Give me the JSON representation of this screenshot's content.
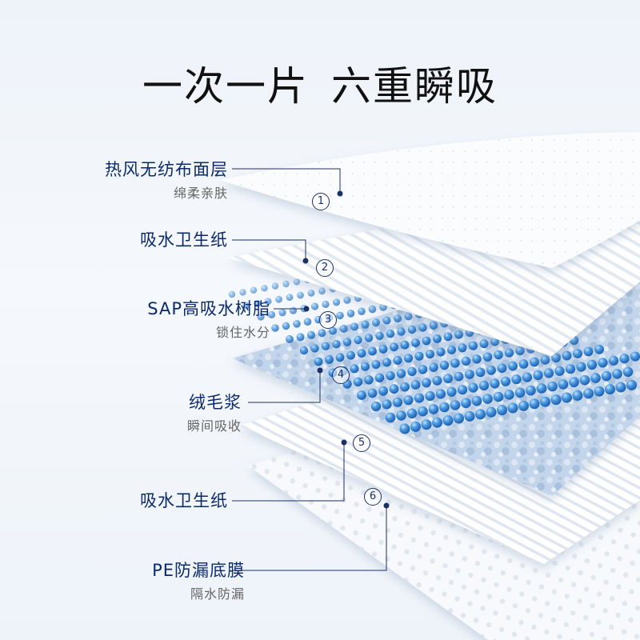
{
  "title": {
    "part1": "一次一片",
    "part2": "六重瞬吸"
  },
  "layers": [
    {
      "number": "1",
      "name": "热风无纺布面层",
      "desc": "绵柔亲肤"
    },
    {
      "number": "2",
      "name": "吸水卫生纸",
      "desc": ""
    },
    {
      "number": "3",
      "name": "SAP高吸水树脂",
      "desc": "锁住水分"
    },
    {
      "number": "4",
      "name": "绒毛浆",
      "desc": "瞬间吸收"
    },
    {
      "number": "5",
      "name": "吸水卫生纸",
      "desc": ""
    },
    {
      "number": "6",
      "name": "PE防漏底膜",
      "desc": "隔水防漏"
    }
  ],
  "colors": {
    "label": "#0b2a6b",
    "bead": "#3f8fd8",
    "fluff": "#b9cde6",
    "line": "#1b2f66"
  }
}
